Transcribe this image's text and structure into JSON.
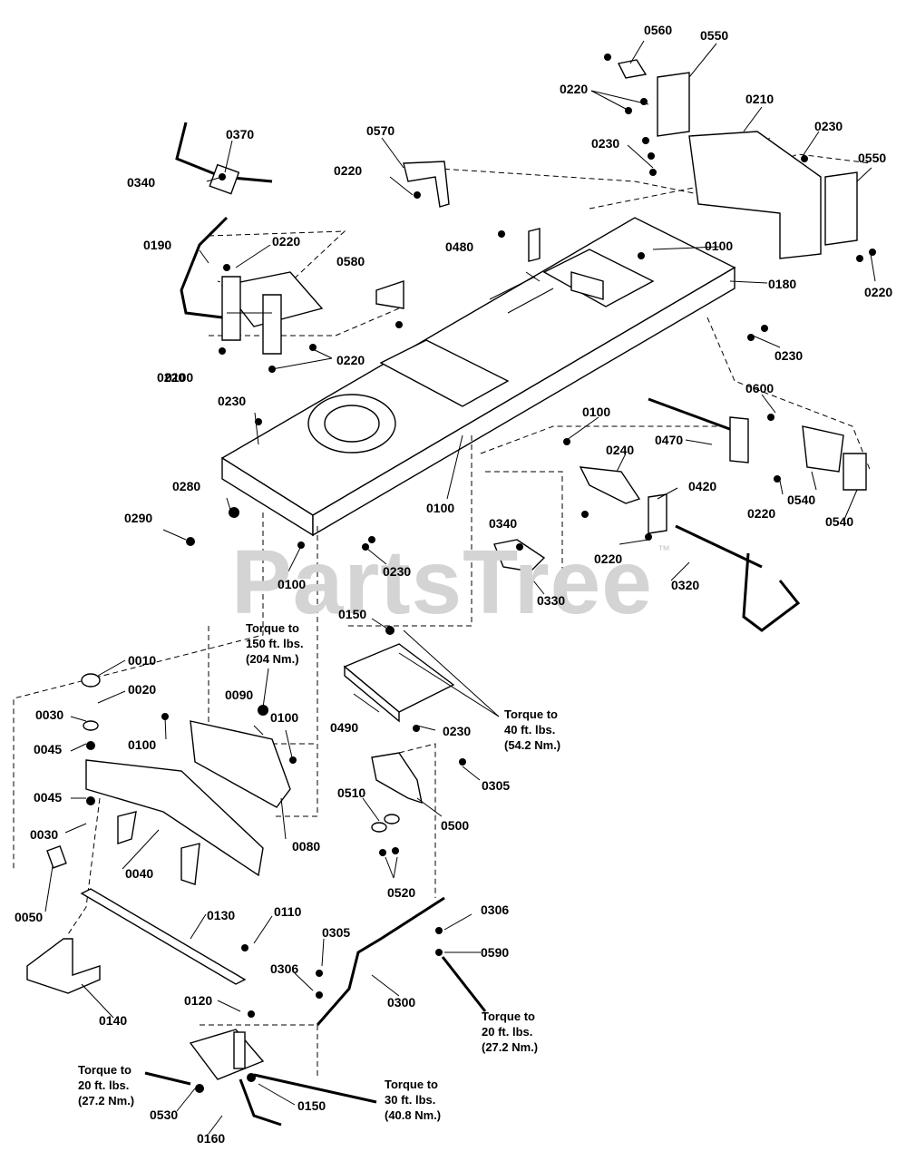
{
  "watermark": {
    "text": "PartsTree",
    "tm": "™"
  },
  "callouts": [
    "0560",
    "0550",
    "0220",
    "0210",
    "0230",
    "0570",
    "0370",
    "0340",
    "0230",
    "0550",
    "0220",
    "0190",
    "0220",
    "0220",
    "0480",
    "0100",
    "0180",
    "0580",
    "0220",
    "0220",
    "0230",
    "0100",
    "0230",
    "0600",
    "0100",
    "0470",
    "0240",
    "0420",
    "0220",
    "0540",
    "0540",
    "0280",
    "0100",
    "0290",
    "0220",
    "0100",
    "0230",
    "0340",
    "0330",
    "0320",
    "0150",
    "0010",
    "0020",
    "0090",
    "0030",
    "0100",
    "0100",
    "0045",
    "0490",
    "0230",
    "0305",
    "0045",
    "0510",
    "0500",
    "0030",
    "0080",
    "0040",
    "0520",
    "0050",
    "0130",
    "0110",
    "0306",
    "0305",
    "0590",
    "0306",
    "0140",
    "0300",
    "0120",
    "0530",
    "0150",
    "0160"
  ],
  "notes": [
    "Torque to\n150 ft. lbs.\n(204 Nm.)",
    "Torque to\n40 ft. lbs.\n(54.2 Nm.)",
    "Torque to\n20 ft. lbs.\n(27.2 Nm.)",
    "Torque to\n20 ft. lbs.\n(27.2 Nm.)",
    "Torque to\n30 ft. lbs.\n(40.8 Nm.)"
  ]
}
